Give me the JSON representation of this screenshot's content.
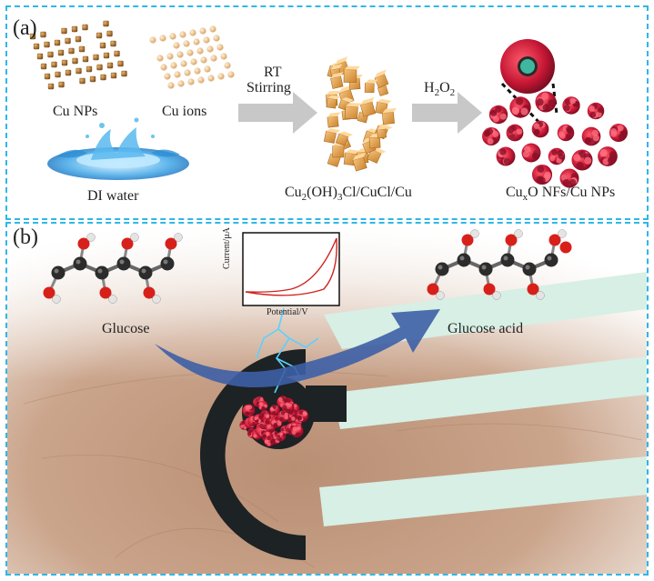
{
  "panel_a": {
    "label": "(a)",
    "cu_nps": "Cu NPs",
    "cu_ions": "Cu ions",
    "di_water": "DI water",
    "condition_rt": "RT",
    "condition_stirring": "Stirring",
    "oxidant_main": "H",
    "oxidant_sub1": "2",
    "oxidant_mid": "O",
    "oxidant_sub2": "2",
    "intermediate_p1": "Cu",
    "intermediate_s1": "2",
    "intermediate_p2": "(OH)",
    "intermediate_s2": "3",
    "intermediate_p3": "Cl/CuCl/Cu",
    "product_p1": "Cu",
    "product_sub": "x",
    "product_p2": "O NFs/Cu NPs"
  },
  "panel_b": {
    "label": "(b)",
    "reactant": "Glucose",
    "product": "Glucose acid",
    "cv_ylabel": "Current/μA",
    "cv_xlabel": "Potential/V"
  },
  "colors": {
    "panel_border": "#2fb7e6",
    "arrow_gray": "#c8c8c8",
    "curve_red": "#d0231f",
    "big_arrow": "#3d5fa6",
    "electrode_dark": "#1d2224",
    "lead_mint": "#d7efe5",
    "skin": "#c9a58b"
  }
}
